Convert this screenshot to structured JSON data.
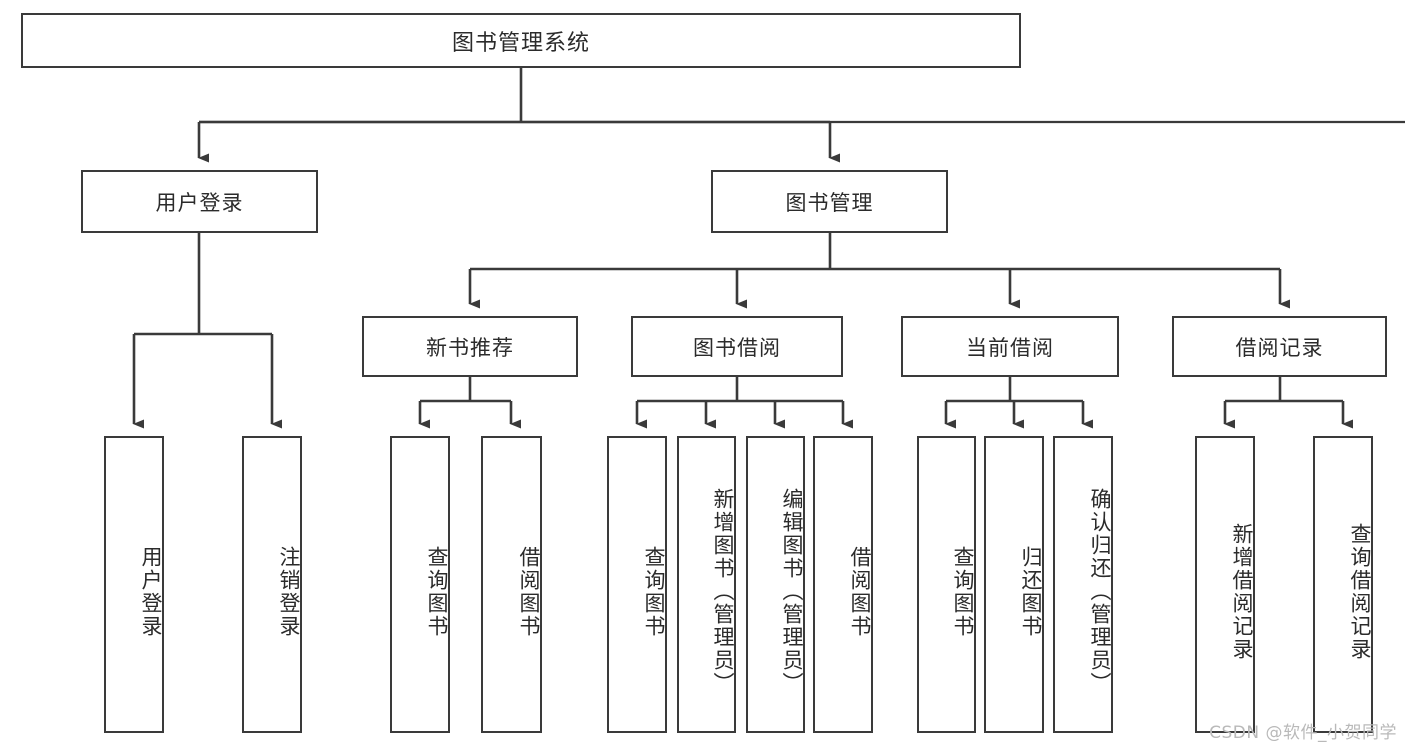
{
  "diagram": {
    "type": "tree-hierarchy",
    "title": "图书管理系统",
    "root": {
      "label": "图书管理系统"
    },
    "level2": [
      {
        "label": "用户登录"
      },
      {
        "label": "图书管理"
      }
    ],
    "level3": [
      {
        "label": "新书推荐"
      },
      {
        "label": "图书借阅"
      },
      {
        "label": "当前借阅"
      },
      {
        "label": "借阅记录"
      }
    ],
    "leaves": {
      "user_login": [
        {
          "label": "用户登录"
        },
        {
          "label": "注销登录"
        }
      ],
      "new_book_recommend": [
        {
          "label": "查询图书"
        },
        {
          "label": "借阅图书"
        }
      ],
      "book_borrow": [
        {
          "label": "查询图书"
        },
        {
          "label": "新增图书（管理员）"
        },
        {
          "label": "编辑图书（管理员）"
        },
        {
          "label": "借阅图书"
        }
      ],
      "current_borrow": [
        {
          "label": "查询图书"
        },
        {
          "label": "归还图书"
        },
        {
          "label": "确认归还（管理员）"
        }
      ],
      "borrow_record": [
        {
          "label": "新增借阅记录"
        },
        {
          "label": "查询借阅记录"
        }
      ]
    }
  },
  "watermark": {
    "text": "CSDN @软件_小贺同学"
  },
  "colors": {
    "stroke": "#3a3a3a",
    "fill": "#ffffff",
    "text": "#2b2b2b",
    "watermark": "#b9b9b9"
  }
}
